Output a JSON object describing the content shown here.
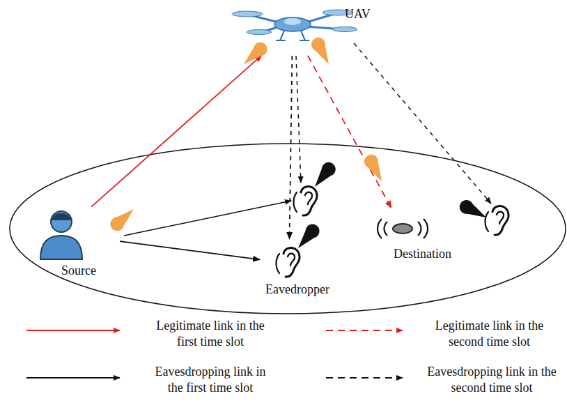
{
  "diagram": {
    "nodes": [
      {
        "text": [
          "UAV"
        ]
      },
      {
        "text": [
          "Source"
        ]
      },
      {
        "text": [
          "Eavedropper"
        ]
      },
      {
        "text": [
          "Destination"
        ]
      }
    ],
    "edges": [
      {
        "from": 1,
        "to": 0,
        "arrow": "to"
      },
      {
        "from": 0,
        "to": 3,
        "arrow": "to"
      },
      {
        "from": 1,
        "to": 2,
        "arrow": "to"
      },
      {
        "from": 0,
        "to": 2,
        "arrow": "to"
      }
    ],
    "legend": [
      {
        "text": "Legitimate link in the first time slot"
      },
      {
        "text": "Legitimate link in the second time slot"
      },
      {
        "text": "Eavesdropping link in the first time slot"
      },
      {
        "text": "Eavesdropping link in the second time slot"
      }
    ]
  }
}
